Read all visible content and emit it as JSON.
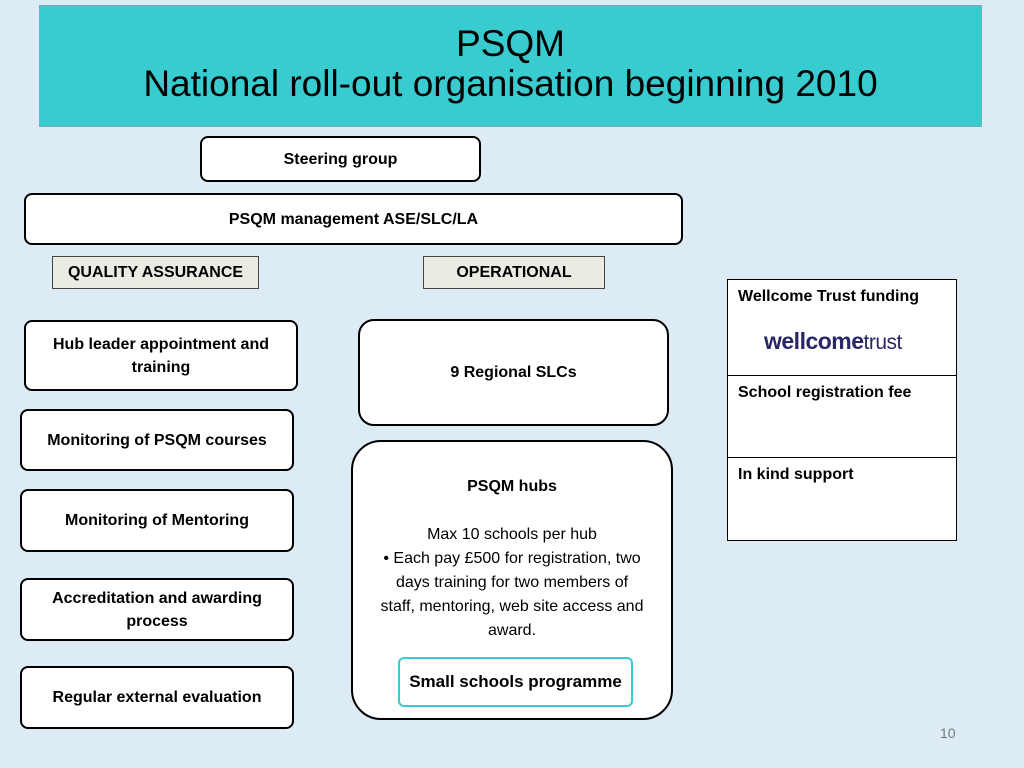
{
  "title": {
    "line1": "PSQM",
    "line2": "National roll-out organisation beginning 2010"
  },
  "top": {
    "steering": "Steering group",
    "management": "PSQM management  ASE/SLC/LA"
  },
  "columns": {
    "quality_label": "QUALITY  ASSURANCE",
    "operational_label": "OPERATIONAL"
  },
  "quality_items": [
    "Hub leader appointment and training",
    "Monitoring of PSQM  courses",
    "Monitoring of Mentoring",
    "Accreditation and awarding process",
    "Regular external evaluation"
  ],
  "operational": {
    "regional": "9 Regional SLCs",
    "hubs_title": "PSQM hubs",
    "hubs_line1": "Max 10 schools per hub",
    "hubs_line2": "• Each pay £500 for registration, two days training for two members of staff,  mentoring, web site access and award.",
    "small_schools": "Small schools programme"
  },
  "funding": {
    "row1": "Wellcome Trust funding",
    "logo_bold": "wellcome",
    "logo_light": "trust",
    "row2": "School registration fee",
    "row3": "In kind support"
  },
  "page_number": "10",
  "colors": {
    "header_bg": "#38cbcf",
    "slide_bg": "#dcebf4",
    "tag_bg": "#ecebe3",
    "accent_border": "#38cbcf",
    "logo_color": "#2a2766"
  }
}
